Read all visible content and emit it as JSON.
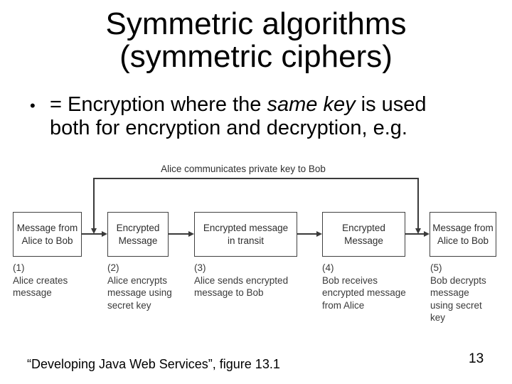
{
  "slide": {
    "title": "Symmetric algorithms\n(symmetric ciphers)",
    "bullet": {
      "marker": "•",
      "line1_pre": "= Encryption where the ",
      "line1_italic": "same key",
      "line1_post": " is used",
      "line2": "both for encryption and decryption, e.g."
    },
    "footer": "“Developing Java Web Services”, figure 13.1",
    "page_number": "13"
  },
  "figure": {
    "top_label": "Alice communicates private key to Bob",
    "boxes": [
      "Message from\nAlice to Bob",
      "Encrypted\nMessage",
      "Encrypted message\nin transit",
      "Encrypted\nMessage",
      "Message from\nAlice to Bob"
    ],
    "captions": [
      "(1)\nAlice creates\nmessage",
      "(2)\nAlice encrypts\nmessage using\nsecret key",
      "(3)\nAlice sends encrypted\nmessage to Bob",
      "(4)\nBob receives\nencrypted message\nfrom Alice",
      "(5)\nBob decrypts\nmessage\nusing secret\nkey"
    ]
  },
  "colors": {
    "ink": "#3a3a3a",
    "text": "#000000",
    "background": "#ffffff"
  }
}
